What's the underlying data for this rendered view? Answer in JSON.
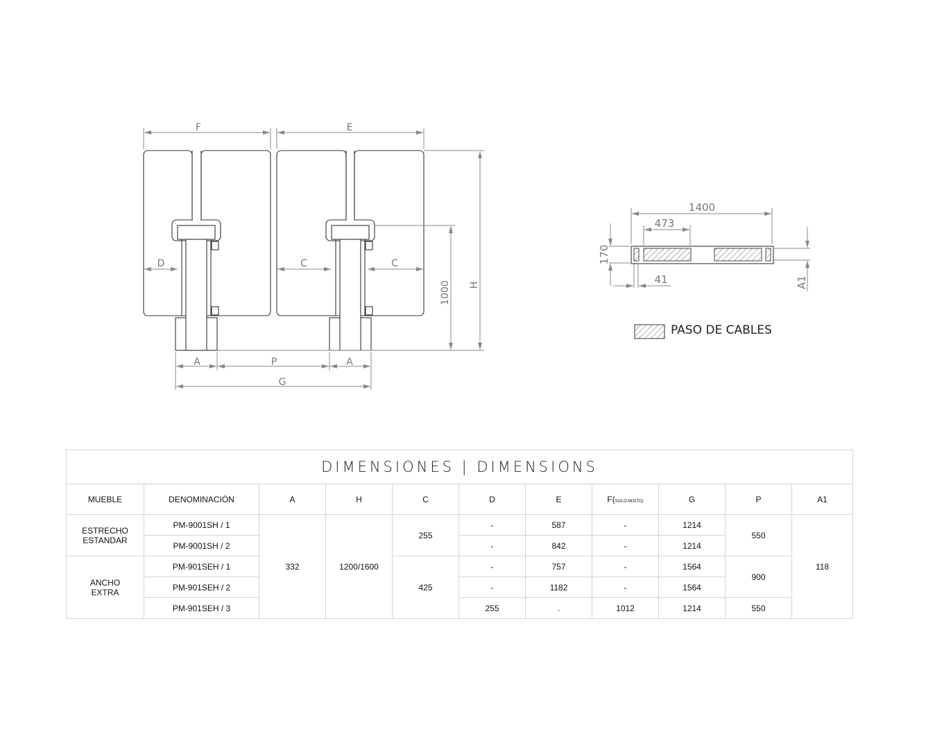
{
  "drawing": {
    "front_view": {
      "labels": {
        "F": "F",
        "E": "E",
        "H": "H",
        "height_1000": "1000",
        "D": "D",
        "C_left": "C",
        "C_right": "C",
        "A_left": "A",
        "P": "P",
        "A_right": "A",
        "G": "G"
      }
    },
    "top_view": {
      "labels": {
        "width": "1400",
        "segment": "473",
        "height": "170",
        "offset": "41",
        "A1": "A1"
      }
    },
    "legend": {
      "label": "PASO DE CABLES"
    }
  },
  "table": {
    "title": "DIMENSIONES | DIMENSIONS",
    "headers": [
      "MUEBLE",
      "DENOMINACIÓN",
      "A",
      "H",
      "C",
      "D",
      "E",
      "F(",
      "SOLO MIXITO)",
      "G",
      "P",
      "A1"
    ],
    "groups": [
      {
        "mueble_l1": "ESTRECHO",
        "mueble_l2": "ESTANDAR"
      },
      {
        "mueble_l1": "ANCHO",
        "mueble_l2": "EXTRA"
      }
    ],
    "shared": {
      "A": "332",
      "H": "1200/1600",
      "C_estrecho": "255",
      "C_ancho": "425",
      "P_estrecho": "550",
      "P_ancho": "900",
      "A1": "118"
    },
    "rows": [
      {
        "denominacion": "PM-9001SH / 1",
        "D": "-",
        "E": "587",
        "F": "-",
        "G": "1214"
      },
      {
        "denominacion": "PM-9001SH / 2",
        "D": "-",
        "E": "842",
        "F": "-",
        "G": "1214"
      },
      {
        "denominacion": "PM-901SEH / 1",
        "D": "-",
        "E": "757",
        "F": "-",
        "G": "1564"
      },
      {
        "denominacion": "PM-901SEH / 2",
        "D": "-",
        "E": "1182",
        "F": "-",
        "G": "1564"
      },
      {
        "denominacion": "PM-901SEH / 3",
        "D": "255",
        "E": ".",
        "F": "1012",
        "G": "1214",
        "P": "550"
      }
    ]
  }
}
